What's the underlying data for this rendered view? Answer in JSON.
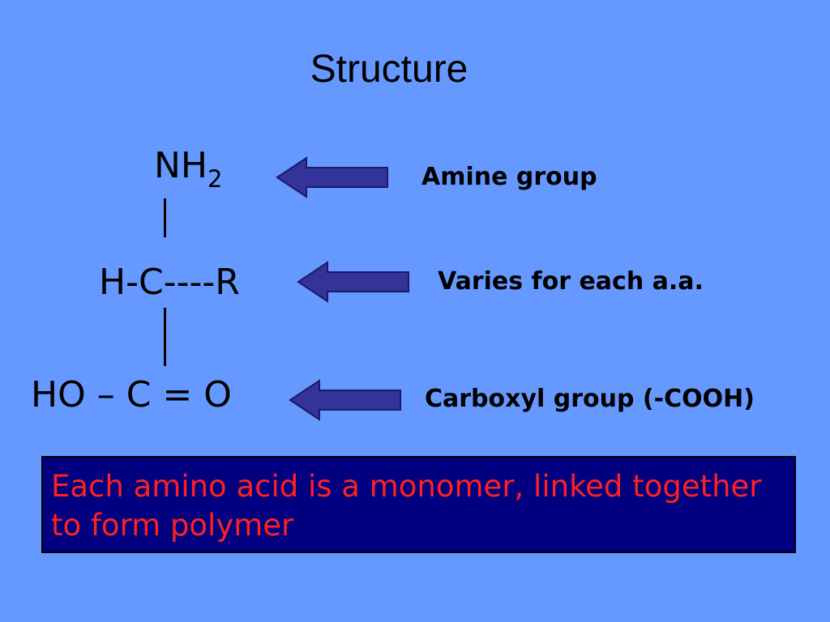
{
  "title": "Structure",
  "formula": {
    "nh_main": "NH",
    "nh_sub": "2",
    "middle": "H-C----R",
    "bottom": "HO – C = O"
  },
  "labels": {
    "amine": "Amine group",
    "varies": "Varies for each a.a.",
    "carboxyl": "Carboxyl group (-COOH)"
  },
  "note": "Each amino acid is a monomer, linked together to form polymer",
  "colors": {
    "background": "#6699ff",
    "arrow_fill": "#333399",
    "note_background": "#000080",
    "note_text": "#ff2020"
  }
}
